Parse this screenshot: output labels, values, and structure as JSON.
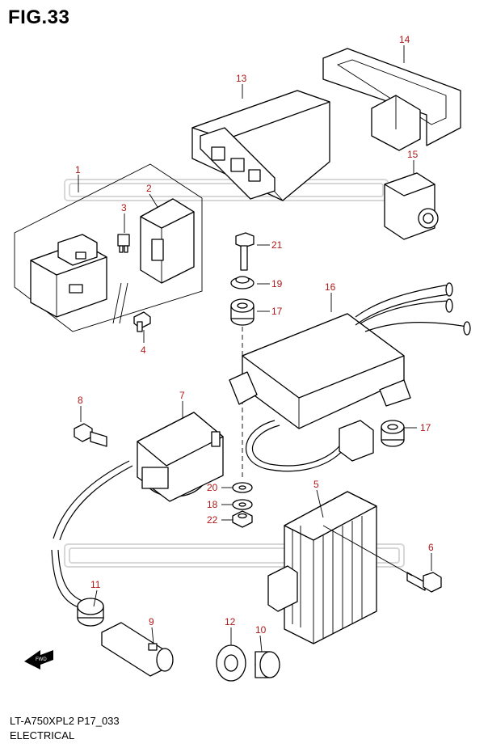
{
  "figure": {
    "title": "FIG.33"
  },
  "footer": {
    "model_code": "LT-A750XPL2 P17_033",
    "section": "ELECTRICAL"
  },
  "direction_label": "FWD",
  "callouts": {
    "c1": "1",
    "c2": "2",
    "c3": "3",
    "c4": "4",
    "c5": "5",
    "c6": "6",
    "c7": "7",
    "c8": "8",
    "c9": "9",
    "c10": "10",
    "c11": "11",
    "c12": "12",
    "c13": "13",
    "c14": "14",
    "c15": "15",
    "c16": "16",
    "c17a": "17",
    "c17b": "17",
    "c18": "18",
    "c19": "19",
    "c20": "20",
    "c21": "21",
    "c22": "22"
  },
  "colors": {
    "callout": "#b01818",
    "line_art": "#000000",
    "watermark": "#c9c9c9"
  }
}
